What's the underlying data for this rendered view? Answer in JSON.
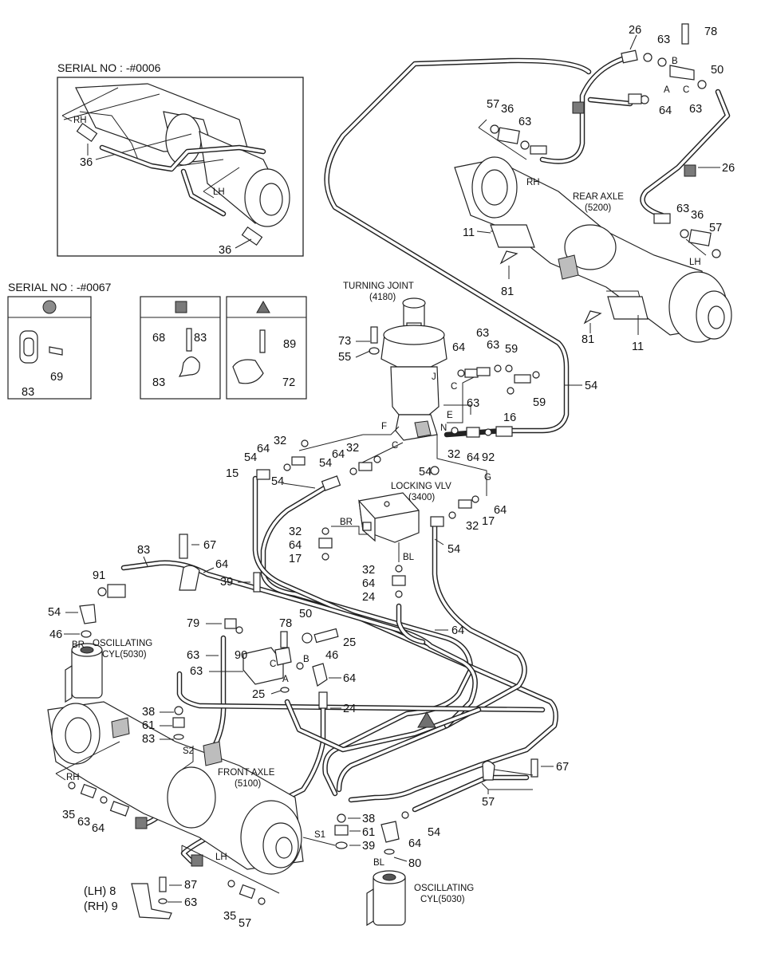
{
  "headings": {
    "serial_inset": "SERIAL NO : -#0006",
    "serial_legend": "SERIAL NO : -#0067"
  },
  "components": {
    "turning_joint": [
      "TURNING JOINT",
      "(4180)"
    ],
    "rear_axle": [
      "REAR AXLE",
      "(5200)"
    ],
    "front_axle": [
      "FRONT AXLE",
      "(5100)"
    ],
    "locking_valve": [
      "LOCKING VLV",
      "(3400)"
    ],
    "osc_cyl_left": [
      "OSCILLATING",
      "CYL(5030)"
    ],
    "osc_cyl_right": [
      "OSCILLATING",
      "CYL(5030)"
    ]
  },
  "port_labels": [
    "RH",
    "LH",
    "RH",
    "LH",
    "RH",
    "LH",
    "A",
    "B",
    "C",
    "A",
    "B",
    "C",
    "J",
    "C",
    "E",
    "F",
    "C",
    "N",
    "G",
    "BR",
    "BL",
    "BR",
    "BL",
    "S2",
    "S1"
  ],
  "side_labels": [
    "(LH) 8",
    "(RH) 9"
  ],
  "part_numbers": [
    "36",
    "36",
    "26",
    "63",
    "78",
    "50",
    "63",
    "64",
    "57",
    "36",
    "63",
    "26",
    "63",
    "36",
    "57",
    "11",
    "81",
    "81",
    "11",
    "69",
    "83",
    "83",
    "68",
    "83",
    "89",
    "72",
    "73",
    "55",
    "64",
    "63",
    "63",
    "59",
    "63",
    "59",
    "16",
    "54",
    "32",
    "64",
    "54",
    "32",
    "64",
    "54",
    "32",
    "64",
    "92",
    "54",
    "64",
    "32",
    "17",
    "15",
    "54",
    "32",
    "64",
    "17",
    "54",
    "32",
    "64",
    "24",
    "83",
    "67",
    "64",
    "91",
    "39",
    "54",
    "46",
    "79",
    "50",
    "78",
    "25",
    "63",
    "90",
    "63",
    "46",
    "64",
    "25",
    "24",
    "64",
    "38",
    "61",
    "83",
    "67",
    "57",
    "35",
    "63",
    "64",
    "38",
    "61",
    "39",
    "64",
    "54",
    "80",
    "87",
    "63",
    "35",
    "57"
  ],
  "legend": {
    "symbols": [
      "circle",
      "square",
      "triangle"
    ],
    "colors": {
      "circle": "#8c8c8c",
      "square": "#7a7a7a",
      "triangle": "#707070"
    }
  }
}
